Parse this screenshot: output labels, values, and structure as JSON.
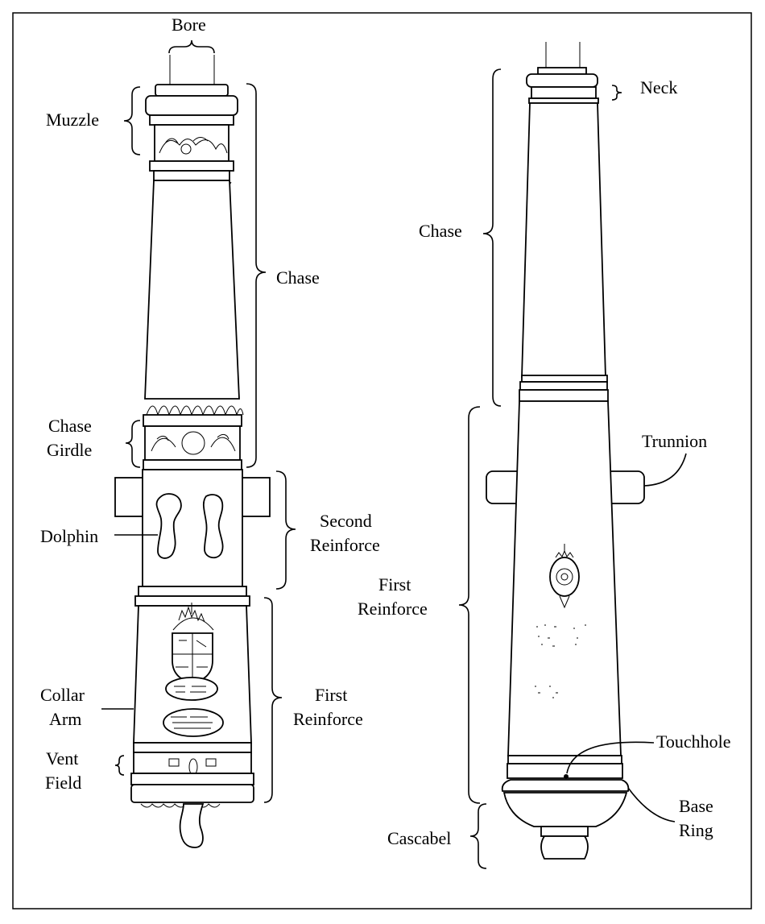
{
  "left_cannon": {
    "labels": {
      "bore": "Bore",
      "muzzle": "Muzzle",
      "chase": "Chase",
      "chase_girdle_1": "Chase",
      "chase_girdle_2": "Girdle",
      "dolphin": "Dolphin",
      "second_reinforce_1": "Second",
      "second_reinforce_2": "Reinforce",
      "first_reinforce_1": "First",
      "first_reinforce_2": "Reinforce",
      "collar_arm_1": "Collar",
      "collar_arm_2": "Arm",
      "vent_field_1": "Vent",
      "vent_field_2": "Field"
    }
  },
  "right_cannon": {
    "labels": {
      "neck": "Neck",
      "chase": "Chase",
      "trunnion": "Trunnion",
      "first_reinforce_1": "First",
      "first_reinforce_2": "Reinforce",
      "touchhole": "Touchhole",
      "base_ring_1": "Base",
      "base_ring_2": "Ring",
      "cascabel": "Cascabel"
    }
  }
}
